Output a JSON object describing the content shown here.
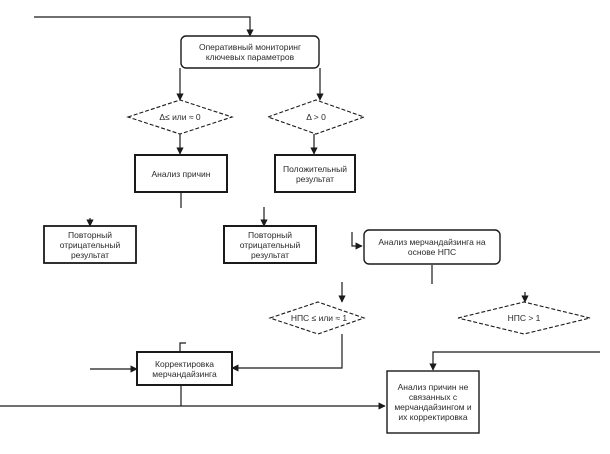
{
  "nodes": {
    "monitoring": "Оперативный мониторинг\nключевых параметров",
    "decision_left": "Δ≤ или ≈ 0",
    "decision_right": "Δ > 0",
    "cause_analysis": "Анализ причин",
    "positive_result": "Положительный\nрезультат",
    "repeat_negative_1": "Повторный\nотрицательный\nрезультат",
    "repeat_negative_2": "Повторный\nотрицательный\nрезультат",
    "merch_analysis": "Анализ мерчандайзинга на\nоснове НПС",
    "decision_nps_low": "НПС ≤ или ≈ 1",
    "decision_nps_high": "НПС > 1",
    "merch_correction": "Корректировка\nмерчандайзинга",
    "other_causes": "Анализ причин не\nсвязанных с\nмерчандайзингом и\nих корректировка"
  },
  "colors": {
    "stroke": "#1a1a1a",
    "fill": "#ffffff",
    "text": "#2a2a2a"
  }
}
